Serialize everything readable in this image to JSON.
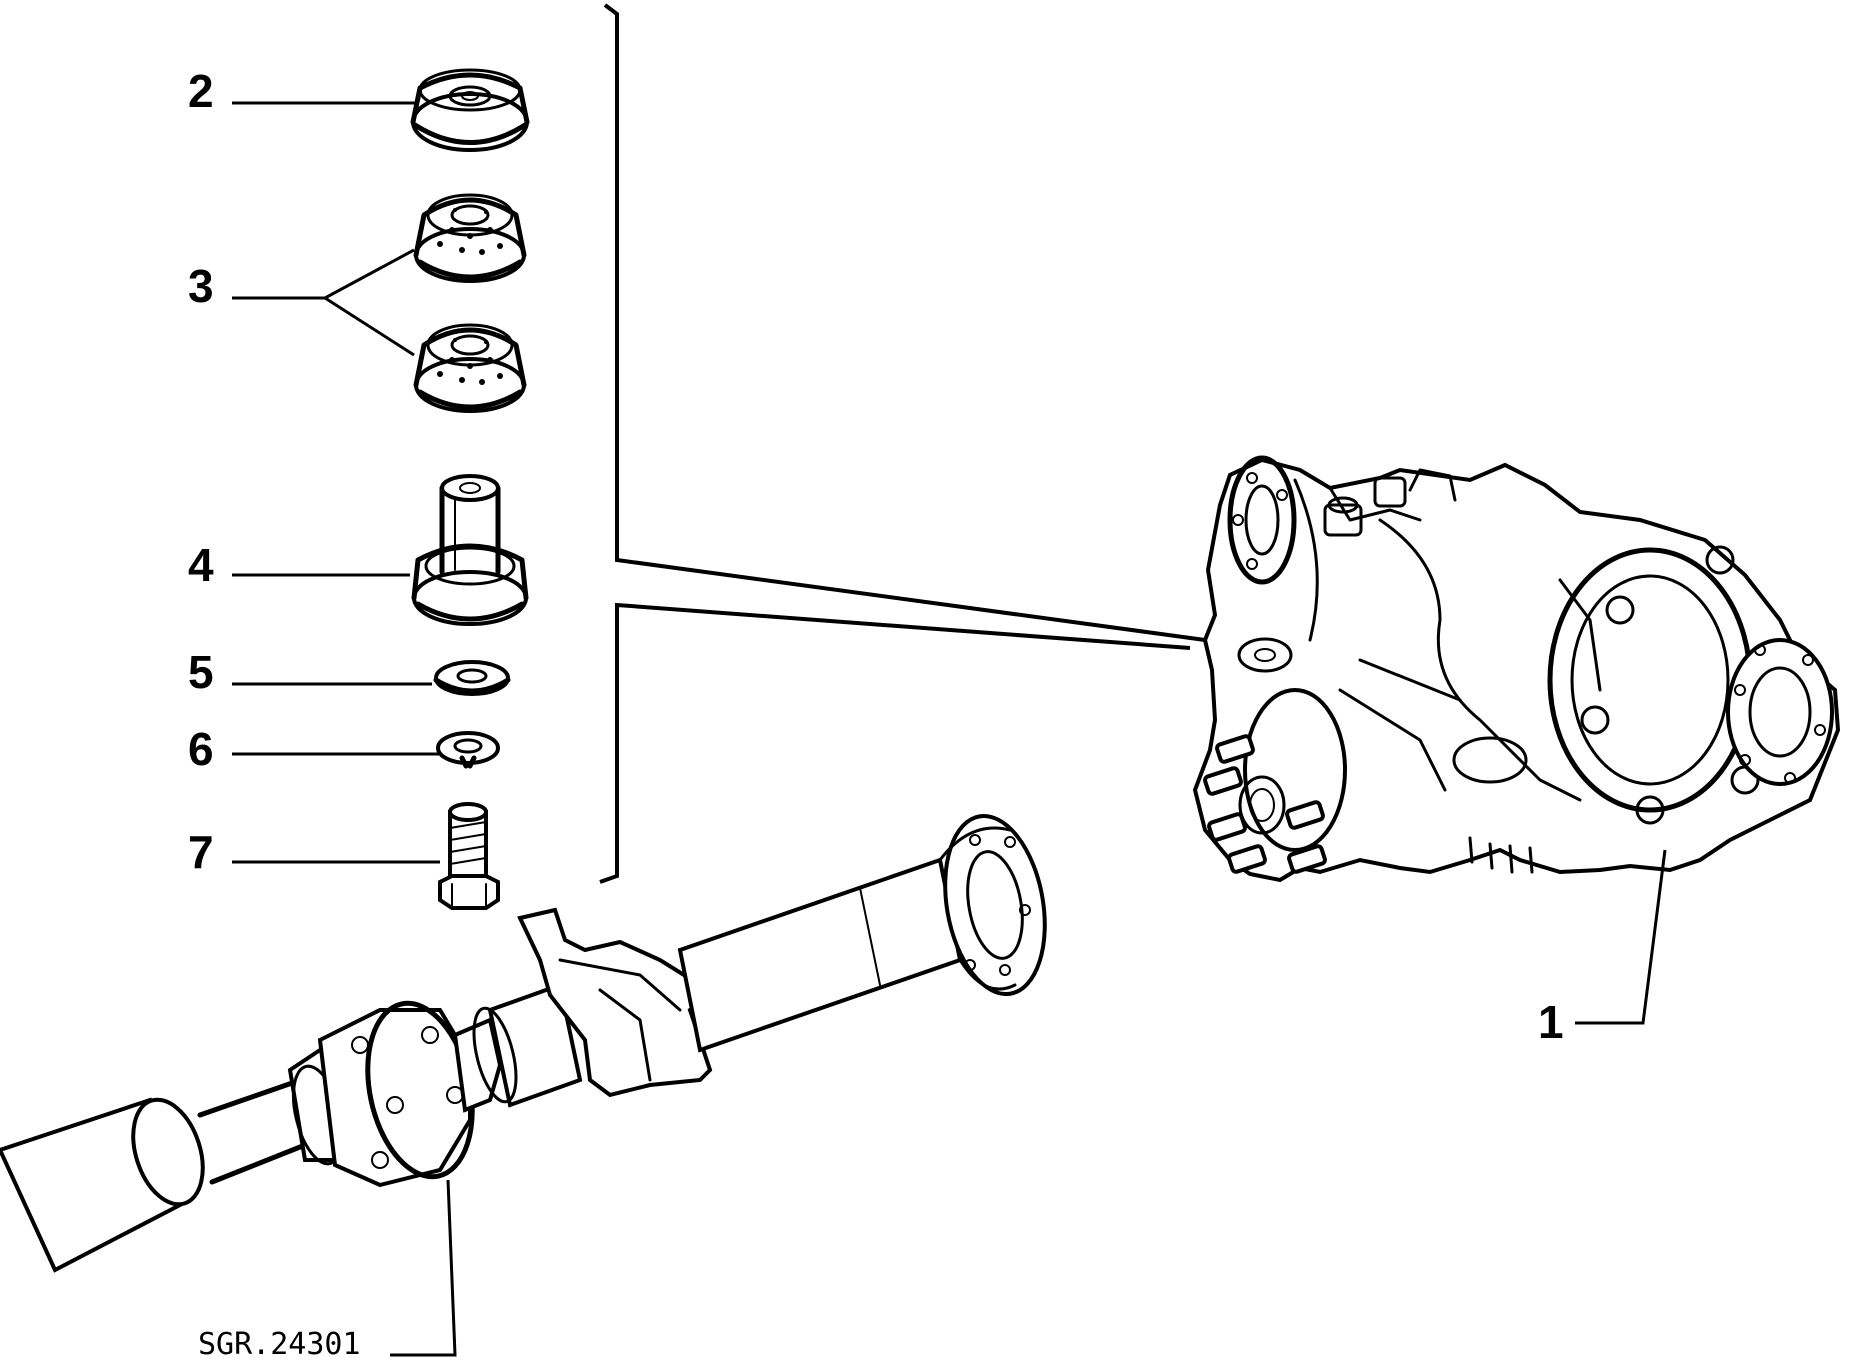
{
  "callouts": [
    {
      "id": "1",
      "label": "1"
    },
    {
      "id": "2",
      "label": "2"
    },
    {
      "id": "3",
      "label": "3"
    },
    {
      "id": "4",
      "label": "4"
    },
    {
      "id": "5",
      "label": "5"
    },
    {
      "id": "6",
      "label": "6"
    },
    {
      "id": "7",
      "label": "7"
    }
  ],
  "drawing_code": "SGR.24301"
}
